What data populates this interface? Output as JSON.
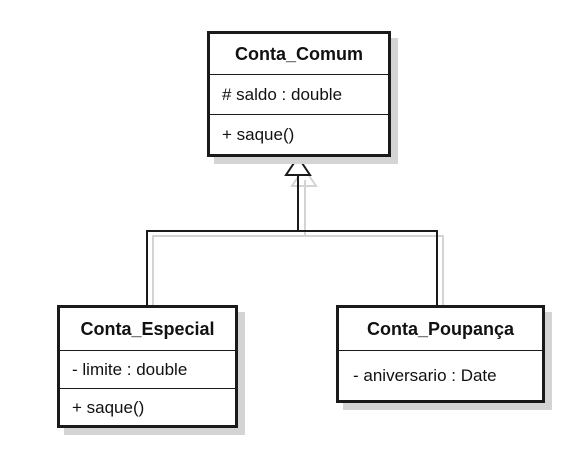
{
  "diagram": {
    "classes": {
      "conta_comum": {
        "name": "Conta_Comum",
        "attribute": "# saldo : double",
        "operation": "+ saque()"
      },
      "conta_especial": {
        "name": "Conta_Especial",
        "attribute": "- limite : double",
        "operation": "+ saque()"
      },
      "conta_poupanca": {
        "name": "Conta_Poupança",
        "attribute": "- aniversario : Date"
      }
    },
    "relationships": [
      {
        "type": "generalization",
        "from": "Conta_Especial",
        "to": "Conta_Comum"
      },
      {
        "type": "generalization",
        "from": "Conta_Poupança",
        "to": "Conta_Comum"
      }
    ],
    "colors": {
      "line": "#1a1a1a",
      "shadow": "#d4d4d4",
      "background": "#ffffff"
    }
  }
}
